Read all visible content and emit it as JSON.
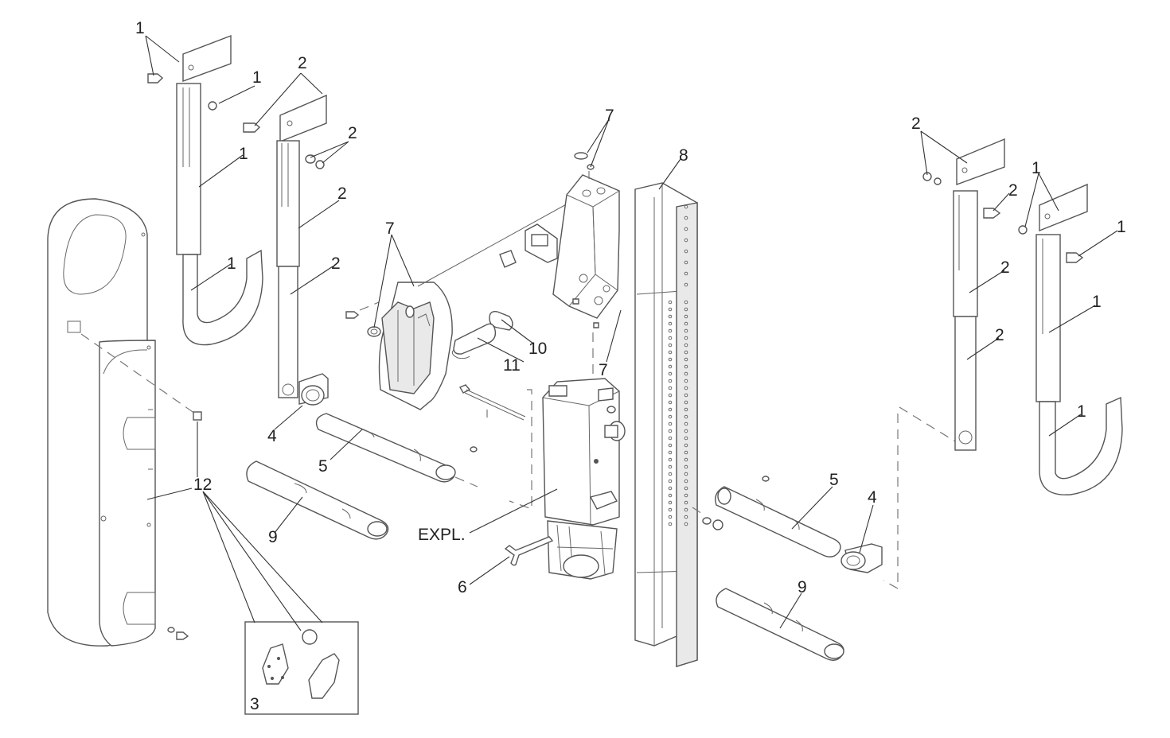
{
  "diagram": {
    "callouts": {
      "c1": "1",
      "c2": "2",
      "c3": "3",
      "c4": "4",
      "c5": "5",
      "c6": "6",
      "c7": "7",
      "c8": "8",
      "c9": "9",
      "c10": "10",
      "c11": "11",
      "c12": "12"
    },
    "expl_label": "EXPL."
  }
}
